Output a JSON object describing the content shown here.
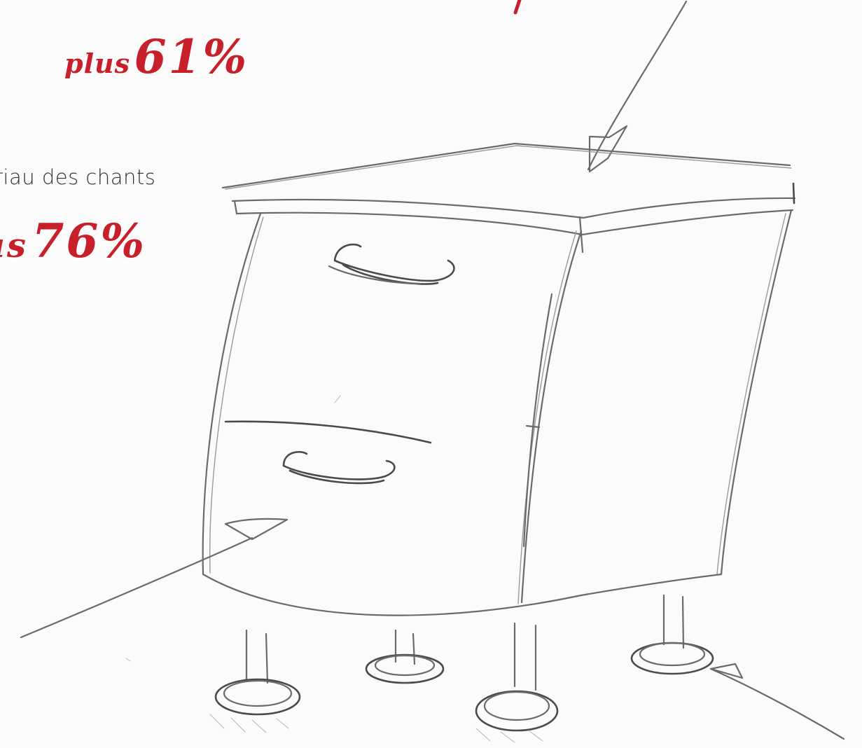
{
  "labels": {
    "top_value": {
      "prefix": "plus",
      "value": "61%"
    },
    "edge_caption": "riau des chants",
    "mid_value": {
      "prefix": "us",
      "value": "76%"
    }
  },
  "colors": {
    "accent": "#c8202a",
    "pencil": "#6a6a6a",
    "background": "#fbfbfb"
  }
}
